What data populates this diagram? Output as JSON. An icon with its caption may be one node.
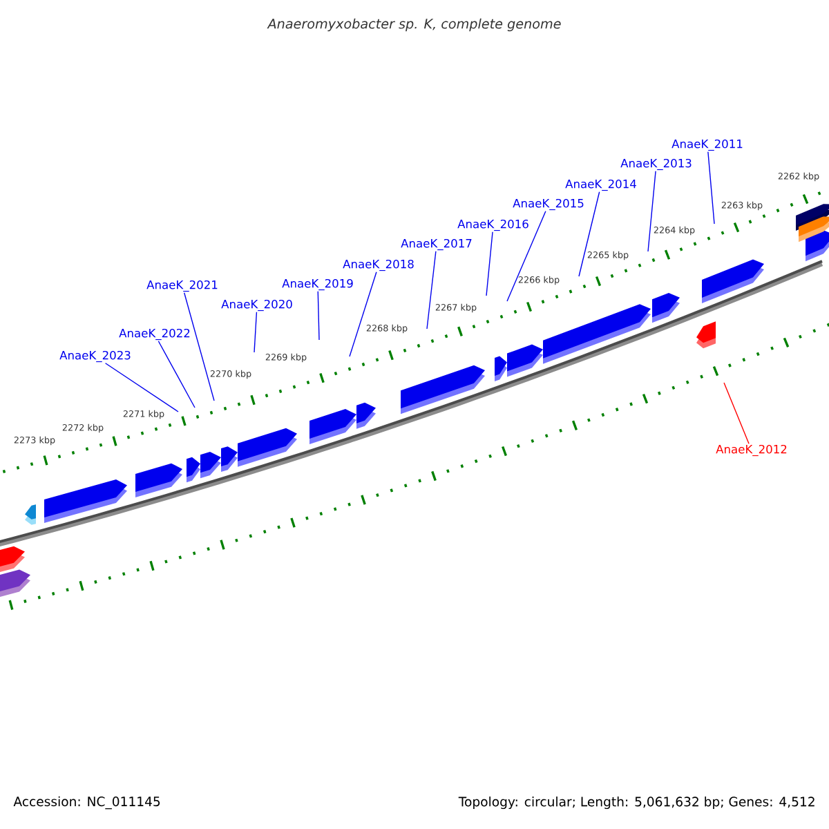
{
  "diagram": {
    "title": "Anaeromyxobacter sp. K, complete genome",
    "nodes": [
      {
        "text": [
          "AnaeK_2011"
        ]
      },
      {
        "text": [
          "AnaeK_2013"
        ]
      },
      {
        "text": [
          "AnaeK_2014"
        ]
      },
      {
        "text": [
          "AnaeK_2015"
        ]
      },
      {
        "text": [
          "AnaeK_2016"
        ]
      },
      {
        "text": [
          "AnaeK_2017"
        ]
      },
      {
        "text": [
          "AnaeK_2018"
        ]
      },
      {
        "text": [
          "AnaeK_2019"
        ]
      },
      {
        "text": [
          "AnaeK_2021"
        ]
      },
      {
        "text": [
          "AnaeK_2020"
        ]
      },
      {
        "text": [
          "AnaeK_2022"
        ]
      },
      {
        "text": [
          "AnaeK_2023"
        ]
      },
      {
        "text": [
          "AnaeK_2012"
        ]
      }
    ],
    "edges": [
      {
        "from": 0,
        "to": null,
        "arrow": "none"
      },
      {
        "from": 1,
        "to": null,
        "arrow": "none"
      },
      {
        "from": 2,
        "to": null,
        "arrow": "none"
      },
      {
        "from": 3,
        "to": null,
        "arrow": "none"
      },
      {
        "from": 4,
        "to": null,
        "arrow": "none"
      },
      {
        "from": 5,
        "to": null,
        "arrow": "none"
      },
      {
        "from": 6,
        "to": null,
        "arrow": "none"
      },
      {
        "from": 7,
        "to": null,
        "arrow": "none"
      },
      {
        "from": 8,
        "to": null,
        "arrow": "none"
      },
      {
        "from": 9,
        "to": null,
        "arrow": "none"
      },
      {
        "from": 10,
        "to": null,
        "arrow": "none"
      },
      {
        "from": 11,
        "to": null,
        "arrow": "none"
      },
      {
        "from": 12,
        "to": null,
        "arrow": "none",
        "color": "#ff0000"
      }
    ],
    "labels": [
      "2262 kbp",
      "2263 kbp",
      "2264 kbp",
      "2265 kbp",
      "2266 kbp",
      "2267 kbp",
      "2268 kbp",
      "2269 kbp",
      "2270 kbp",
      "2271 kbp",
      "2272 kbp",
      "2273 kbp",
      "Accession: NC_011145",
      "Topology: circular; Length: 5,061,632 bp; Genes: 4,512"
    ]
  }
}
